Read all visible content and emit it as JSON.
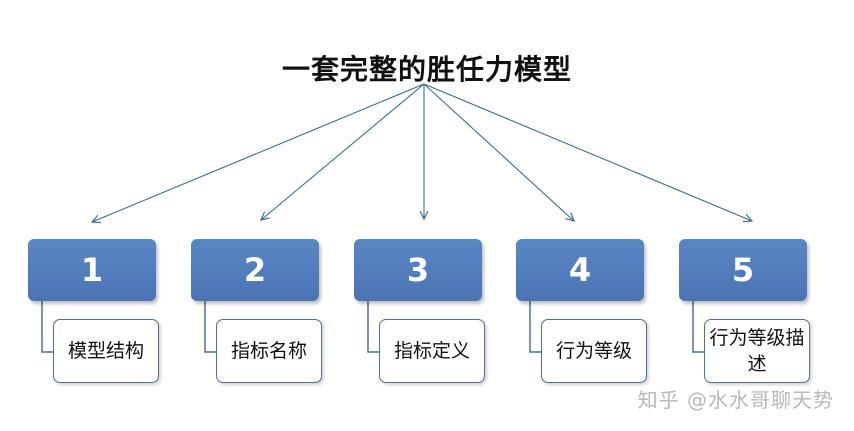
{
  "title": "一套完整的胜任力模型",
  "items": [
    {
      "number": "1",
      "label": "模型结构"
    },
    {
      "number": "2",
      "label": "指标名称"
    },
    {
      "number": "3",
      "label": "指标定义"
    },
    {
      "number": "4",
      "label": "行为等级"
    },
    {
      "number": "5",
      "label": "行为等级描述"
    }
  ],
  "watermark": "知乎 @水水哥聊天势",
  "colors": {
    "box": "#4f7ab9",
    "arrow": "#3a6e8a",
    "border": "#4d6f9f"
  }
}
